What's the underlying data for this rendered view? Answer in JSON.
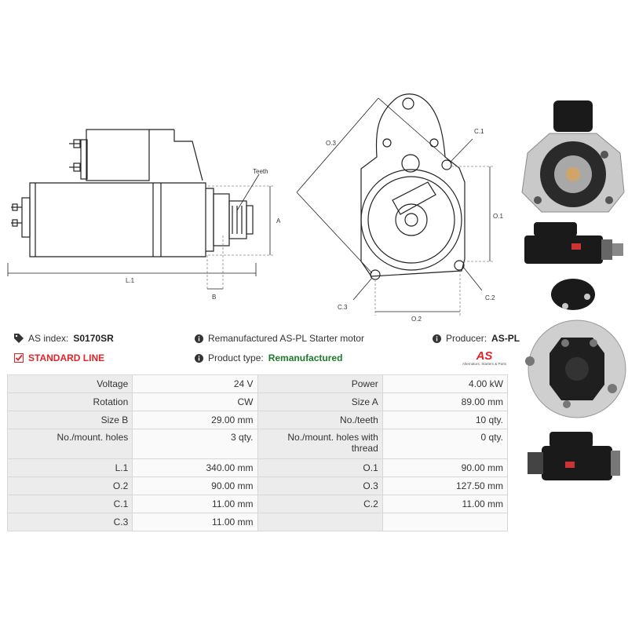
{
  "diagram": {
    "side_labels": {
      "teeth": "Teeth",
      "a": "A",
      "b": "B",
      "l1": "L.1"
    },
    "front_labels": {
      "o3": "O.3",
      "o1": "O.1",
      "o2": "O.2",
      "c1": "C.1",
      "c2": "C.2",
      "c3": "C.3"
    }
  },
  "info": {
    "as_index_label": "AS index:",
    "as_index_value": "S0170SR",
    "line_label": "STANDARD LINE",
    "description": "Remanufactured AS-PL Starter motor",
    "product_type_label": "Product type:",
    "product_type_value": "Remanufactured",
    "producer_label": "Producer:",
    "producer_value": "AS-PL",
    "logo_text": "AS",
    "logo_tagline": "Alternators, Starters & Parts"
  },
  "specs": [
    {
      "l1": "Voltage",
      "v1": "24 V",
      "l2": "Power",
      "v2": "4.00 kW"
    },
    {
      "l1": "Rotation",
      "v1": "CW",
      "l2": "Size A",
      "v2": "89.00 mm"
    },
    {
      "l1": "Size B",
      "v1": "29.00 mm",
      "l2": "No./teeth",
      "v2": "10 qty."
    },
    {
      "l1": "No./mount. holes",
      "v1": "3 qty.",
      "l2": "No./mount. holes with thread",
      "v2": "0 qty."
    },
    {
      "l1": "L.1",
      "v1": "340.00 mm",
      "l2": "O.1",
      "v2": "90.00 mm"
    },
    {
      "l1": "O.2",
      "v1": "90.00 mm",
      "l2": "O.3",
      "v2": "127.50 mm"
    },
    {
      "l1": "C.1",
      "v1": "11.00 mm",
      "l2": "C.2",
      "v2": "11.00 mm"
    },
    {
      "l1": "C.3",
      "v1": "11.00 mm",
      "l2": "",
      "v2": ""
    }
  ]
}
